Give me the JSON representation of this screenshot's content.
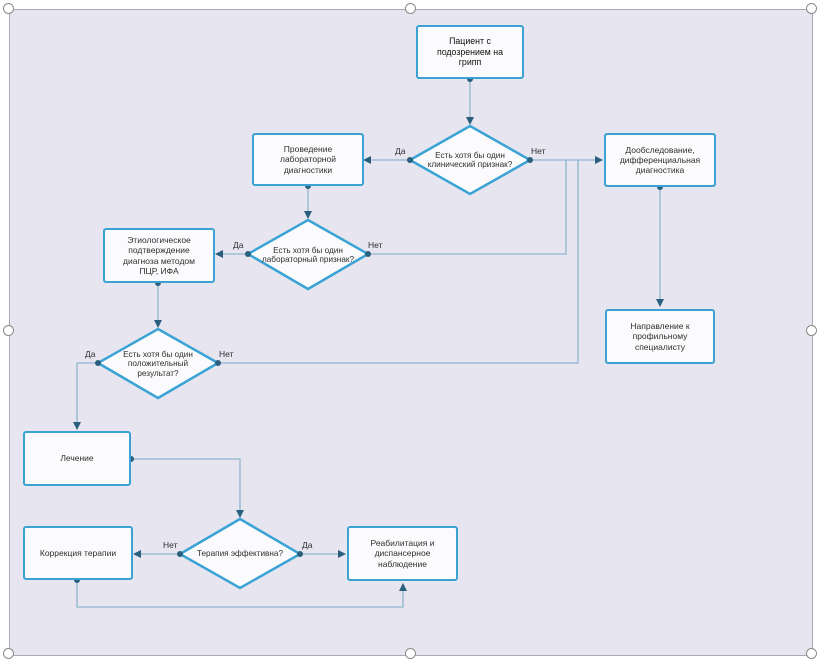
{
  "flowchart": {
    "start": "Пациент с подозрением на грипп",
    "q_clinical": "Есть хотя бы один клинический признак?",
    "lab_testing": "Проведение лабораторной диагностики",
    "extra_exam": "Дообследование, дифференциальная диагностика",
    "q_lab": "Есть хотя бы один лабораторный признак?",
    "etiology": "Этиологическое подтверждение диагноза методом ПЦР, ИФА",
    "referral": "Направление к профильному специалисту",
    "q_positive": "Есть хотя бы один положительный результат?",
    "treatment": "Лечение",
    "q_effective": "Терапия эффективна?",
    "correction": "Коррекция терапии",
    "rehab": "Реабилитация и диспансерное наблюдение"
  },
  "edge_labels": {
    "yes": "Да",
    "no": "Нет"
  },
  "colors": {
    "canvas": "#e6e5f0",
    "box_border": "#3aa3d4",
    "box_fill": "#fbfbfd",
    "connector": "#8fb4cc",
    "endpoint": "#2a5f7e"
  }
}
